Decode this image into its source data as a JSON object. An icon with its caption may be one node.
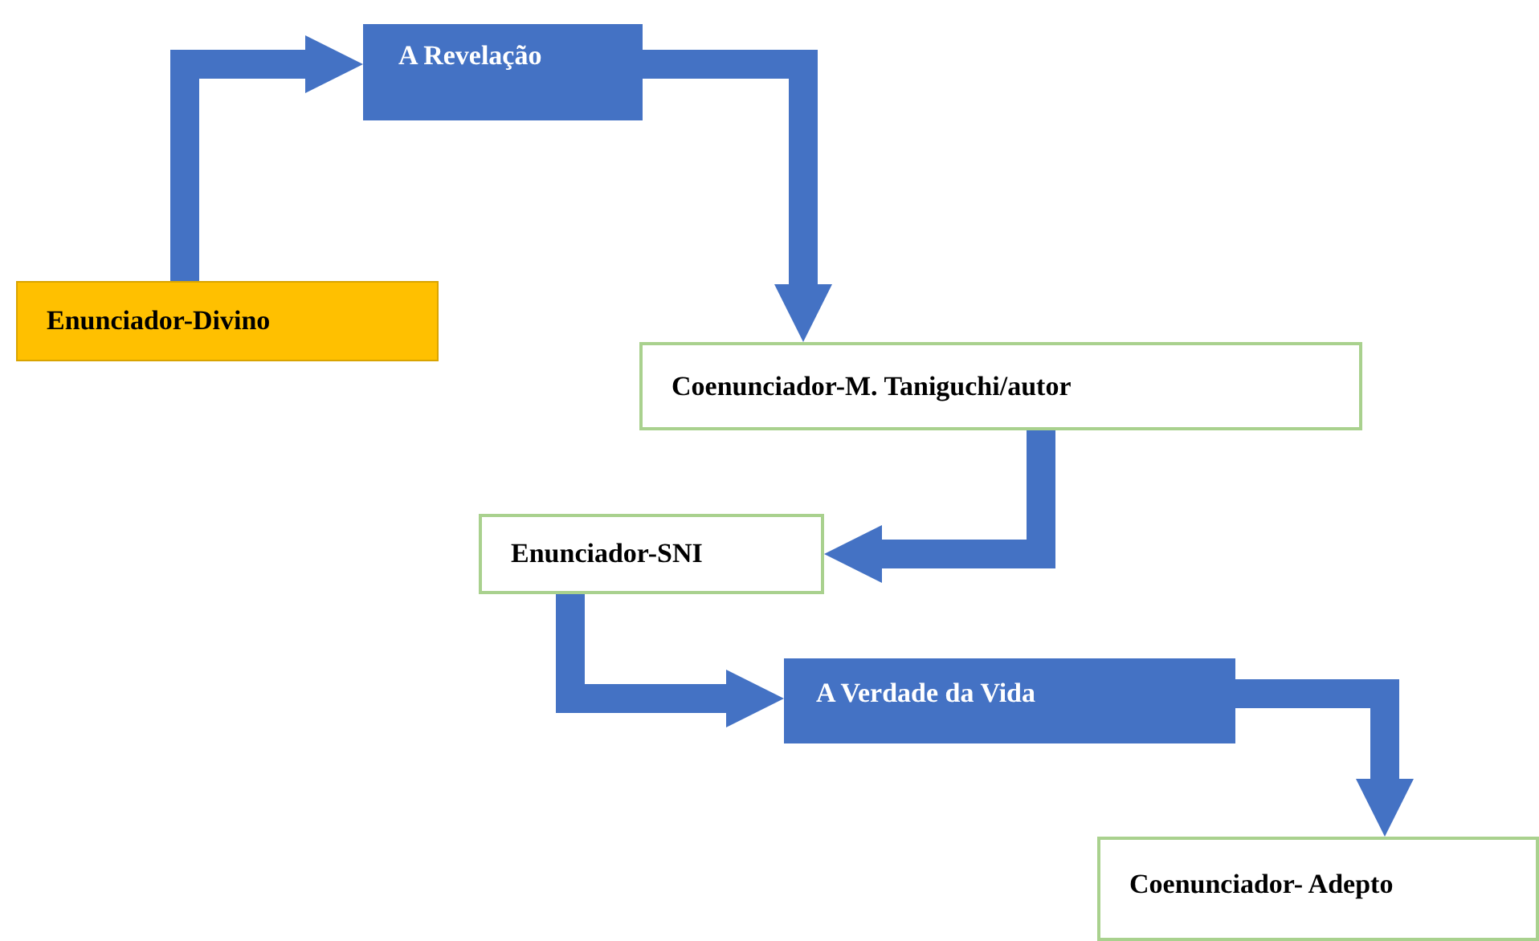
{
  "diagram": {
    "nodes": [
      {
        "text": [
          "Enunciador-Divino"
        ]
      },
      {
        "text": [
          "A Revelação"
        ]
      },
      {
        "text": [
          "Coenunciador-M. Taniguchi/autor"
        ]
      },
      {
        "text": [
          "Enunciador-SNI"
        ]
      },
      {
        "text": [
          "A Verdade da Vida"
        ]
      },
      {
        "text": [
          "Coenunciador- Adepto"
        ]
      }
    ],
    "edges": [
      {
        "from": 0,
        "to": 1,
        "arrow": "to"
      },
      {
        "from": 1,
        "to": 2,
        "arrow": "to"
      },
      {
        "from": 2,
        "to": 3,
        "arrow": "to"
      },
      {
        "from": 3,
        "to": 4,
        "arrow": "to"
      },
      {
        "from": 4,
        "to": 5,
        "arrow": "to"
      }
    ]
  }
}
